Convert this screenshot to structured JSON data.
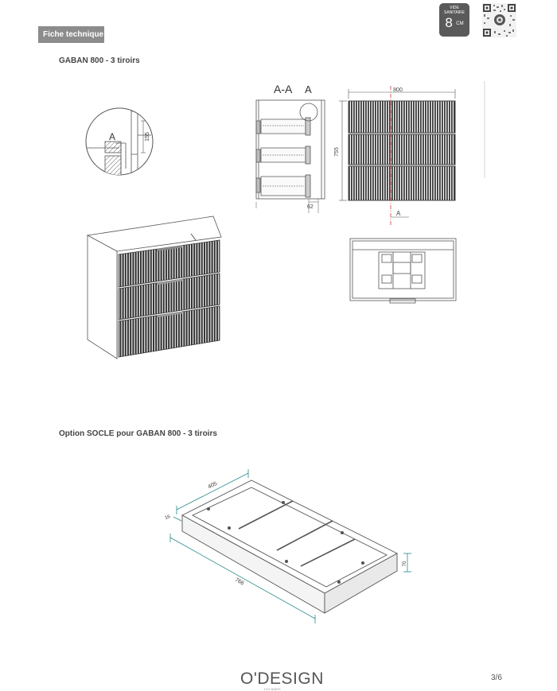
{
  "header": {
    "tag": "Fiche technique",
    "badge_line1": "VIDE",
    "badge_line2": "SANITAIRE",
    "badge_value": "8",
    "badge_unit": "CM"
  },
  "sections": {
    "main_title": "GABAN 800 - 3 tiroirs",
    "socle_title": "Option SOCLE pour GABAN 800 - 3 tiroirs"
  },
  "drawing": {
    "detail_label": "A",
    "detail_dim": "155",
    "section_title": "A-A",
    "section_detail": "A",
    "section_dim": "62",
    "front_width": "800",
    "front_height": "755",
    "cut_marker": "A"
  },
  "socle": {
    "depth": "405",
    "thickness": "16",
    "length": "766",
    "height": "70"
  },
  "footer": {
    "brand": "O'DESIGN",
    "brand_sub": "LES BAINS",
    "page": "3/6"
  }
}
